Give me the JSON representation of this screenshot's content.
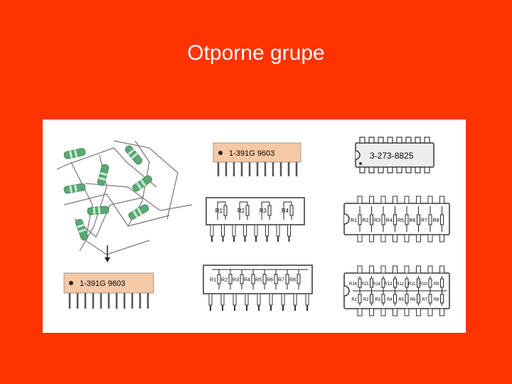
{
  "slide": {
    "title": "Otporne grupe"
  },
  "colors": {
    "background": "#ff3300",
    "panel": "#ffffff",
    "sip_body": "#f5c9a6",
    "resistor_body": "#5aa874",
    "resistor_band": "#c8ecd2",
    "outline": "#333333"
  },
  "figure": {
    "loose_resistors_icon": "loose-resistors-illustration",
    "arrow_icon": "down-arrow-icon",
    "sip_packed_code": "1-391G 9603",
    "sip_top_code": "1-391G 9603",
    "dip_top_code": "3-273-8825",
    "sip4_labels": [
      "R1",
      "R2",
      "R3",
      "R4"
    ],
    "sip8_labels": [
      "R1",
      "R2",
      "R3",
      "R4",
      "R5",
      "R6",
      "R7",
      "R8"
    ],
    "dip8_labels": [
      "R1",
      "R2",
      "R3",
      "R4",
      "R5",
      "R6",
      "R7",
      "R8"
    ],
    "dip16_top_labels": [
      "R16",
      "R15",
      "R14",
      "R13",
      "R12",
      "R11",
      "R10",
      "R9"
    ],
    "dip16_bottom_labels": [
      "R1",
      "R2",
      "R3",
      "R4",
      "R5",
      "R6",
      "R7",
      "R8"
    ]
  }
}
